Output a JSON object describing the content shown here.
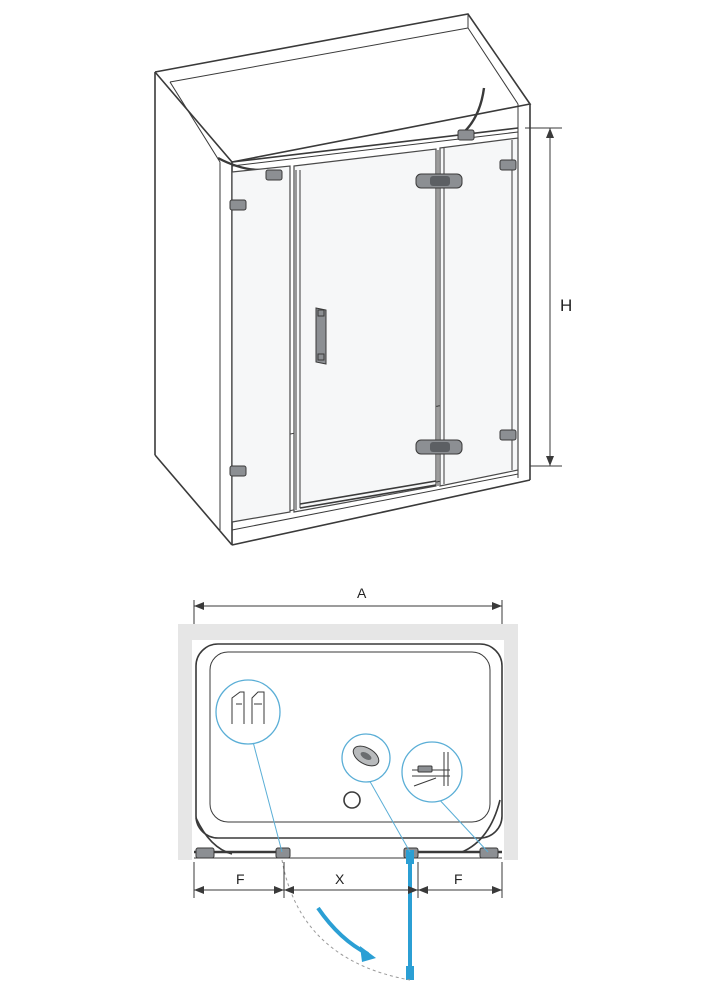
{
  "labels": {
    "height": "H",
    "width": "A",
    "fixed_left": "F",
    "door_opening": "X",
    "fixed_right": "F"
  },
  "colors": {
    "outline": "#3a3a3a",
    "wall_fill": "#e6e6e6",
    "swing_arrow": "#2b9fd4",
    "callout_ring": "#5aaed6"
  },
  "icons": [
    "profile-detail-icon",
    "handle-detail-icon",
    "hinge-detail-icon"
  ]
}
